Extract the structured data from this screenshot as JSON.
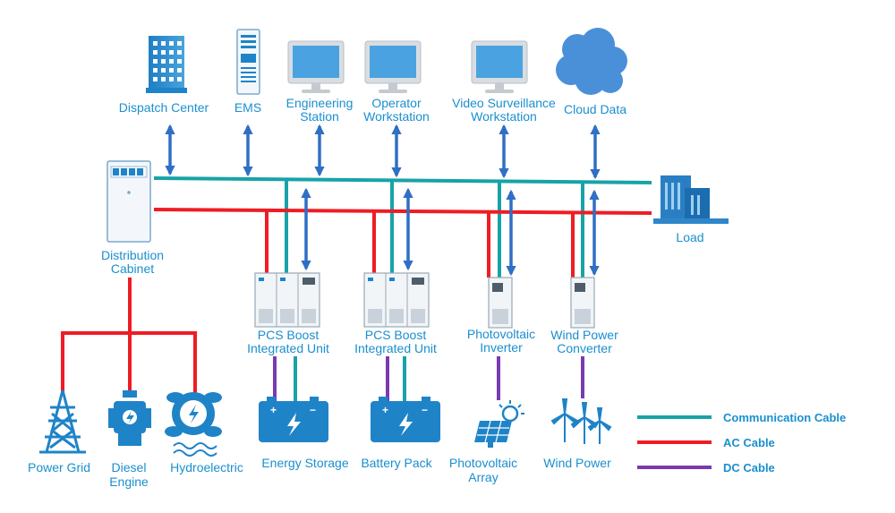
{
  "top_nodes": {
    "dispatch": [
      "Dispatch Center"
    ],
    "ems": [
      "EMS"
    ],
    "engineering": [
      "Engineering",
      "Station"
    ],
    "operator": [
      "Operator",
      "Workstation"
    ],
    "video": [
      "Video Surveillance",
      "Workstation"
    ],
    "cloud": [
      "Cloud Data"
    ]
  },
  "distribution_cabinet": [
    "Distribution",
    "Cabinet"
  ],
  "load": [
    "Load"
  ],
  "units": {
    "pcs1": [
      "PCS Boost",
      "Integrated Unit"
    ],
    "pcs2": [
      "PCS Boost",
      "Integrated Unit"
    ],
    "pv_inverter": [
      "Photovoltaic",
      "Inverter"
    ],
    "wind_converter": [
      "Wind Power",
      "Converter"
    ]
  },
  "sources": {
    "grid": [
      "Power Grid"
    ],
    "diesel": [
      "Diesel",
      "Engine"
    ],
    "hydro": [
      "Hydroelectric"
    ],
    "storage": [
      "Energy Storage"
    ],
    "battery": [
      "Battery Pack"
    ],
    "pv_array": [
      "Photovoltaic",
      "Array"
    ],
    "wind": [
      "Wind Power"
    ]
  },
  "legend": [
    {
      "label": "Communication Cable",
      "color": "#17a3a8"
    },
    {
      "label": "AC Cable",
      "color": "#ef1c24"
    },
    {
      "label": "DC Cable",
      "color": "#7a3bb0"
    }
  ],
  "colors": {
    "communication": "#17a3a8",
    "ac": "#ef1c24",
    "dc": "#7a3bb0",
    "arrow": "#2f6fc4",
    "icon": "#1f83c8",
    "label": "#1a8fcf"
  }
}
